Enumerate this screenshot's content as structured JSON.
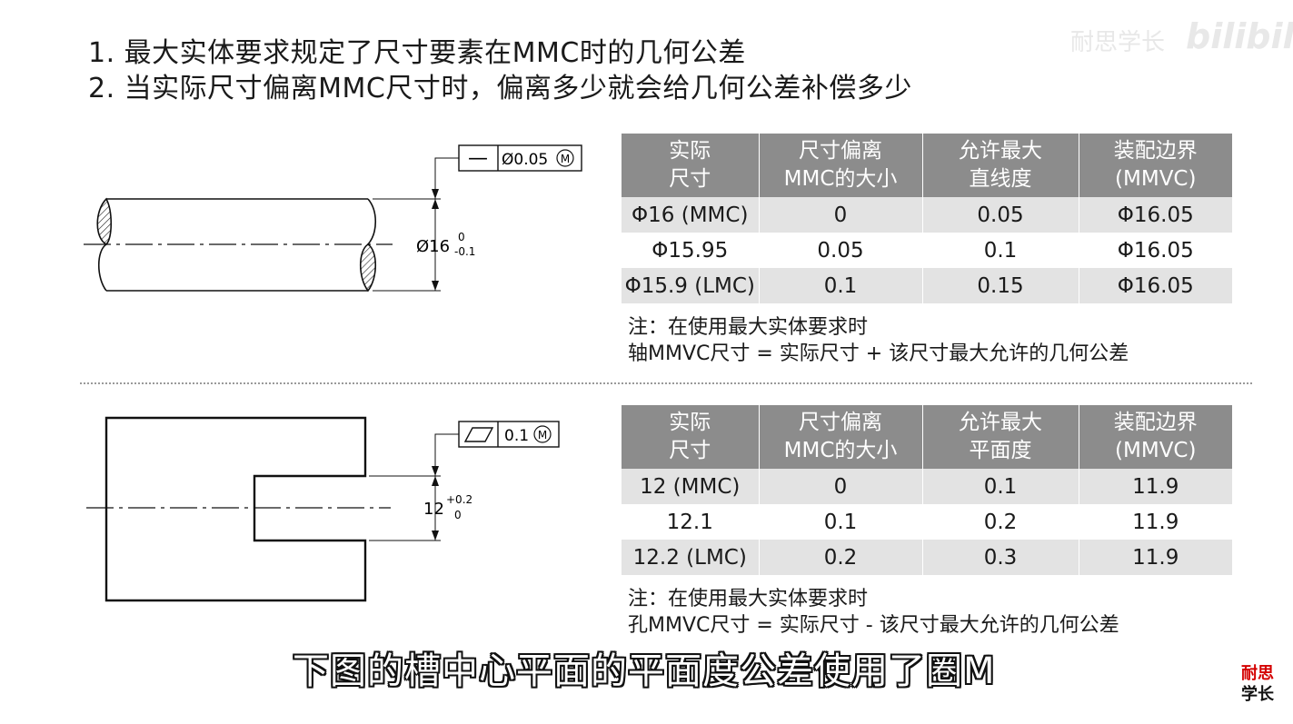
{
  "heading": {
    "line1": "1. 最大实体要求规定了尺寸要素在MMC时的几何公差",
    "line2": "2. 当实际尺寸偏离MMC尺寸时，偏离多少就会给几何公差补偿多少"
  },
  "watermark": {
    "text": "耐思学长",
    "brand": "bilibili"
  },
  "shaft_drawing": {
    "fcf_symbol": "—",
    "fcf_tolerance": "Ø0.05",
    "fcf_modifier": "M",
    "dim_nominal": "Ø16",
    "dim_upper": "0",
    "dim_lower": "-0.1"
  },
  "slot_drawing": {
    "fcf_tolerance": "0.1",
    "fcf_modifier": "M",
    "dim_nominal": "12",
    "dim_upper": "+0.2",
    "dim_lower": "0"
  },
  "table1": {
    "headers": [
      [
        "实际",
        "尺寸"
      ],
      [
        "尺寸偏离",
        "MMC的大小"
      ],
      [
        "允许最大",
        "直线度"
      ],
      [
        "装配边界",
        "(MMVC)"
      ]
    ],
    "rows": [
      [
        "Φ16 (MMC)",
        "0",
        "0.05",
        "Φ16.05"
      ],
      [
        "Φ15.95",
        "0.05",
        "0.1",
        "Φ16.05"
      ],
      [
        "Φ15.9 (LMC)",
        "0.1",
        "0.15",
        "Φ16.05"
      ]
    ]
  },
  "note1": {
    "line1": "注：在使用最大实体要求时",
    "line2": "轴MMVC尺寸 = 实际尺寸  +  该尺寸最大允许的几何公差"
  },
  "table2": {
    "headers": [
      [
        "实际",
        "尺寸"
      ],
      [
        "尺寸偏离",
        "MMC的大小"
      ],
      [
        "允许最大",
        "平面度"
      ],
      [
        "装配边界",
        "(MMVC)"
      ]
    ],
    "rows": [
      [
        "12 (MMC)",
        "0",
        "0.1",
        "11.9"
      ],
      [
        "12.1",
        "0.1",
        "0.2",
        "11.9"
      ],
      [
        "12.2 (LMC)",
        "0.2",
        "0.3",
        "11.9"
      ]
    ]
  },
  "note2": {
    "line1": "注：在使用最大实体要求时",
    "line2": "孔MMVC尺寸 = 实际尺寸  -  该尺寸最大允许的几何公差"
  },
  "subtitle": "下图的槽中心平面的平面度公差使用了圈M",
  "logo": {
    "line1": "耐思",
    "line2": "学长",
    "line1_color": "#d40000",
    "line2_color": "#111111"
  },
  "colors": {
    "table_header": "#8c8c8c",
    "row_shade": "#e3e3e3"
  }
}
